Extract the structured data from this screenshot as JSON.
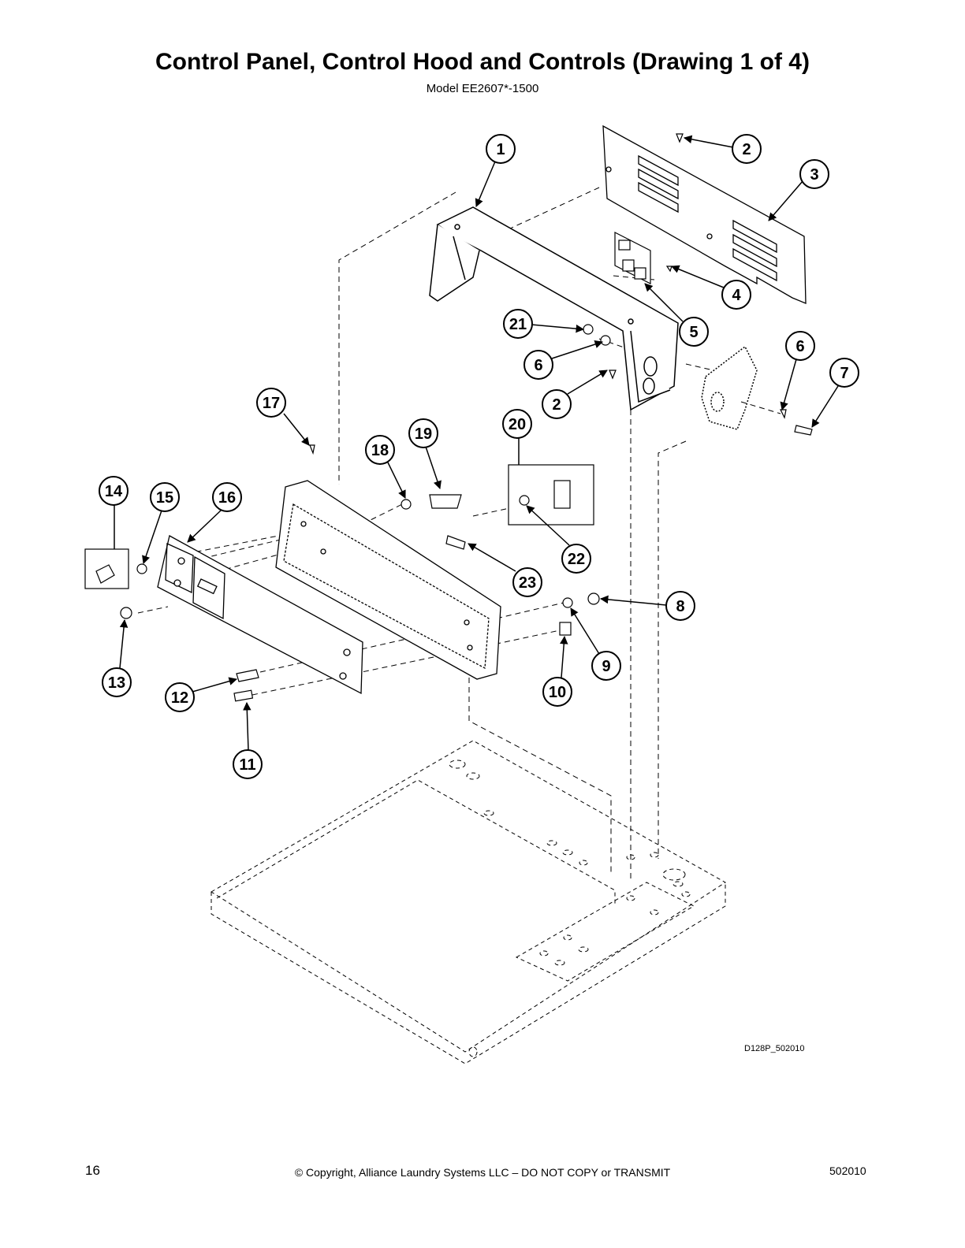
{
  "header": {
    "title": "Control Panel, Control Hood and Controls (Drawing 1 of 4)",
    "subtitle": "Model EE2607*-1500"
  },
  "diagram": {
    "drawing_id": "D128P_502010",
    "callouts": [
      "1",
      "2",
      "3",
      "4",
      "5",
      "21",
      "6",
      "6",
      "7",
      "2",
      "17",
      "18",
      "19",
      "20",
      "14",
      "15",
      "16",
      "22",
      "23",
      "8",
      "9",
      "13",
      "10",
      "12",
      "11"
    ]
  },
  "footer": {
    "page_number": "16",
    "copyright": "© Copyright, Alliance Laundry Systems LLC – DO NOT COPY or TRANSMIT",
    "doc_number": "502010"
  }
}
